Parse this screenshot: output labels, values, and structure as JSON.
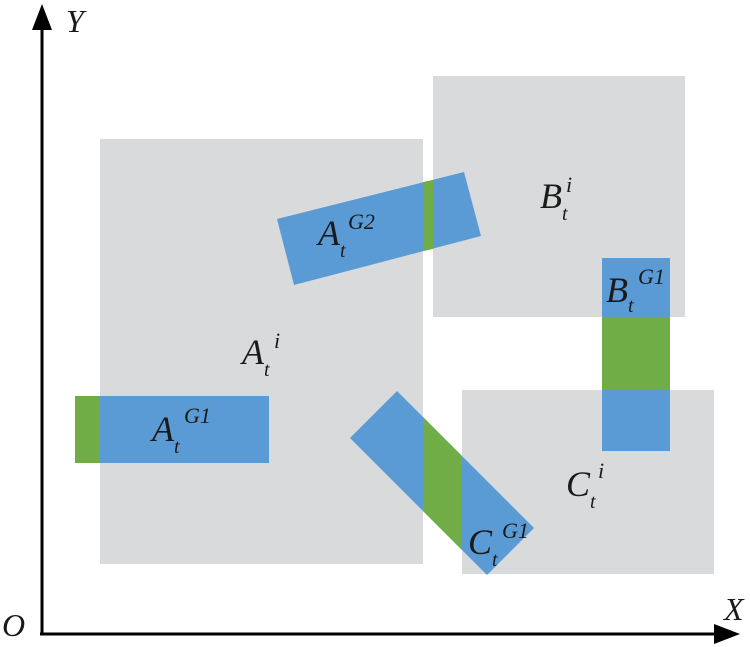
{
  "colors": {
    "region": "#d9dadb",
    "vehicle": "#5b9bd5",
    "overlap": "#70ad47",
    "axis": "#000000"
  },
  "axes": {
    "origin": "O",
    "x": "X",
    "y": "Y"
  },
  "regions": {
    "a": {
      "base": "A",
      "sub": "t",
      "sup": "i"
    },
    "b": {
      "base": "B",
      "sub": "t",
      "sup": "i"
    },
    "c": {
      "base": "C",
      "sub": "t",
      "sup": "i"
    }
  },
  "vehicles": {
    "a_g1": {
      "base": "A",
      "sub": "t",
      "sup": "G1"
    },
    "a_g2": {
      "base": "A",
      "sub": "t",
      "sup": "G2"
    },
    "b_g1": {
      "base": "B",
      "sub": "t",
      "sup": "G1"
    },
    "c_g1": {
      "base": "C",
      "sub": "t",
      "sup": "G1"
    }
  }
}
